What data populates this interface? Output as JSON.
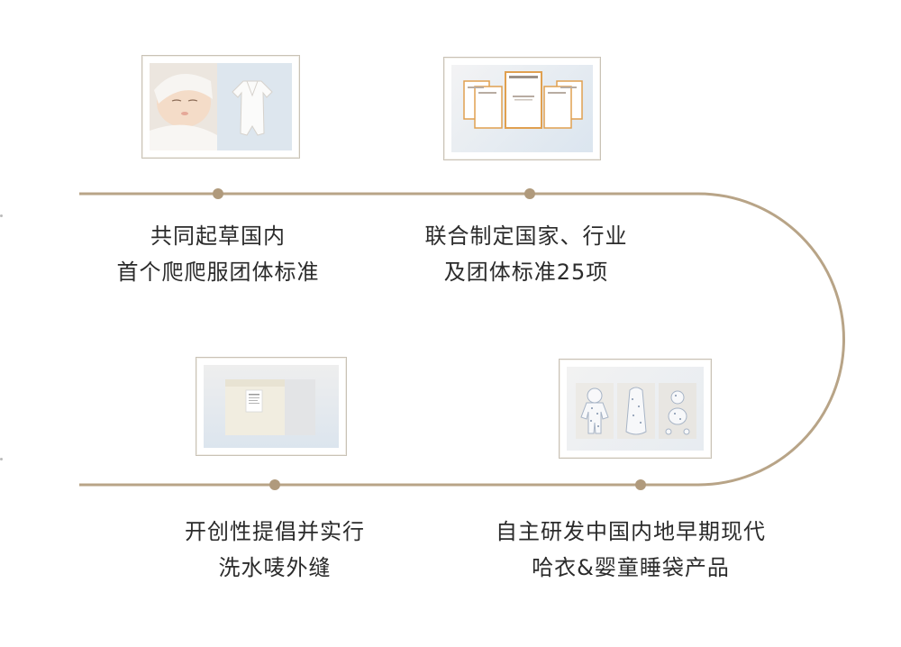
{
  "colors": {
    "line": "#b8a487",
    "dot": "#b09a7c",
    "caption": "#2b2b2b"
  },
  "milestones": [
    {
      "line1": "共同起草国内",
      "line2": "首个爬爬服团体标准",
      "image": "baby-and-romper-photo"
    },
    {
      "line1": "联合制定国家、行业",
      "line2": "及团体标准25项",
      "image": "standards-certificates-photo"
    },
    {
      "line1": "开创性提倡并实行",
      "line2": "洗水唛外缝",
      "image": "garment-label-photo"
    },
    {
      "line1": "自主研发中国内地早期现代",
      "line2": "哈衣&婴童睡袋产品",
      "image": "sleepsuit-and-sleeping-bag-photo"
    }
  ]
}
